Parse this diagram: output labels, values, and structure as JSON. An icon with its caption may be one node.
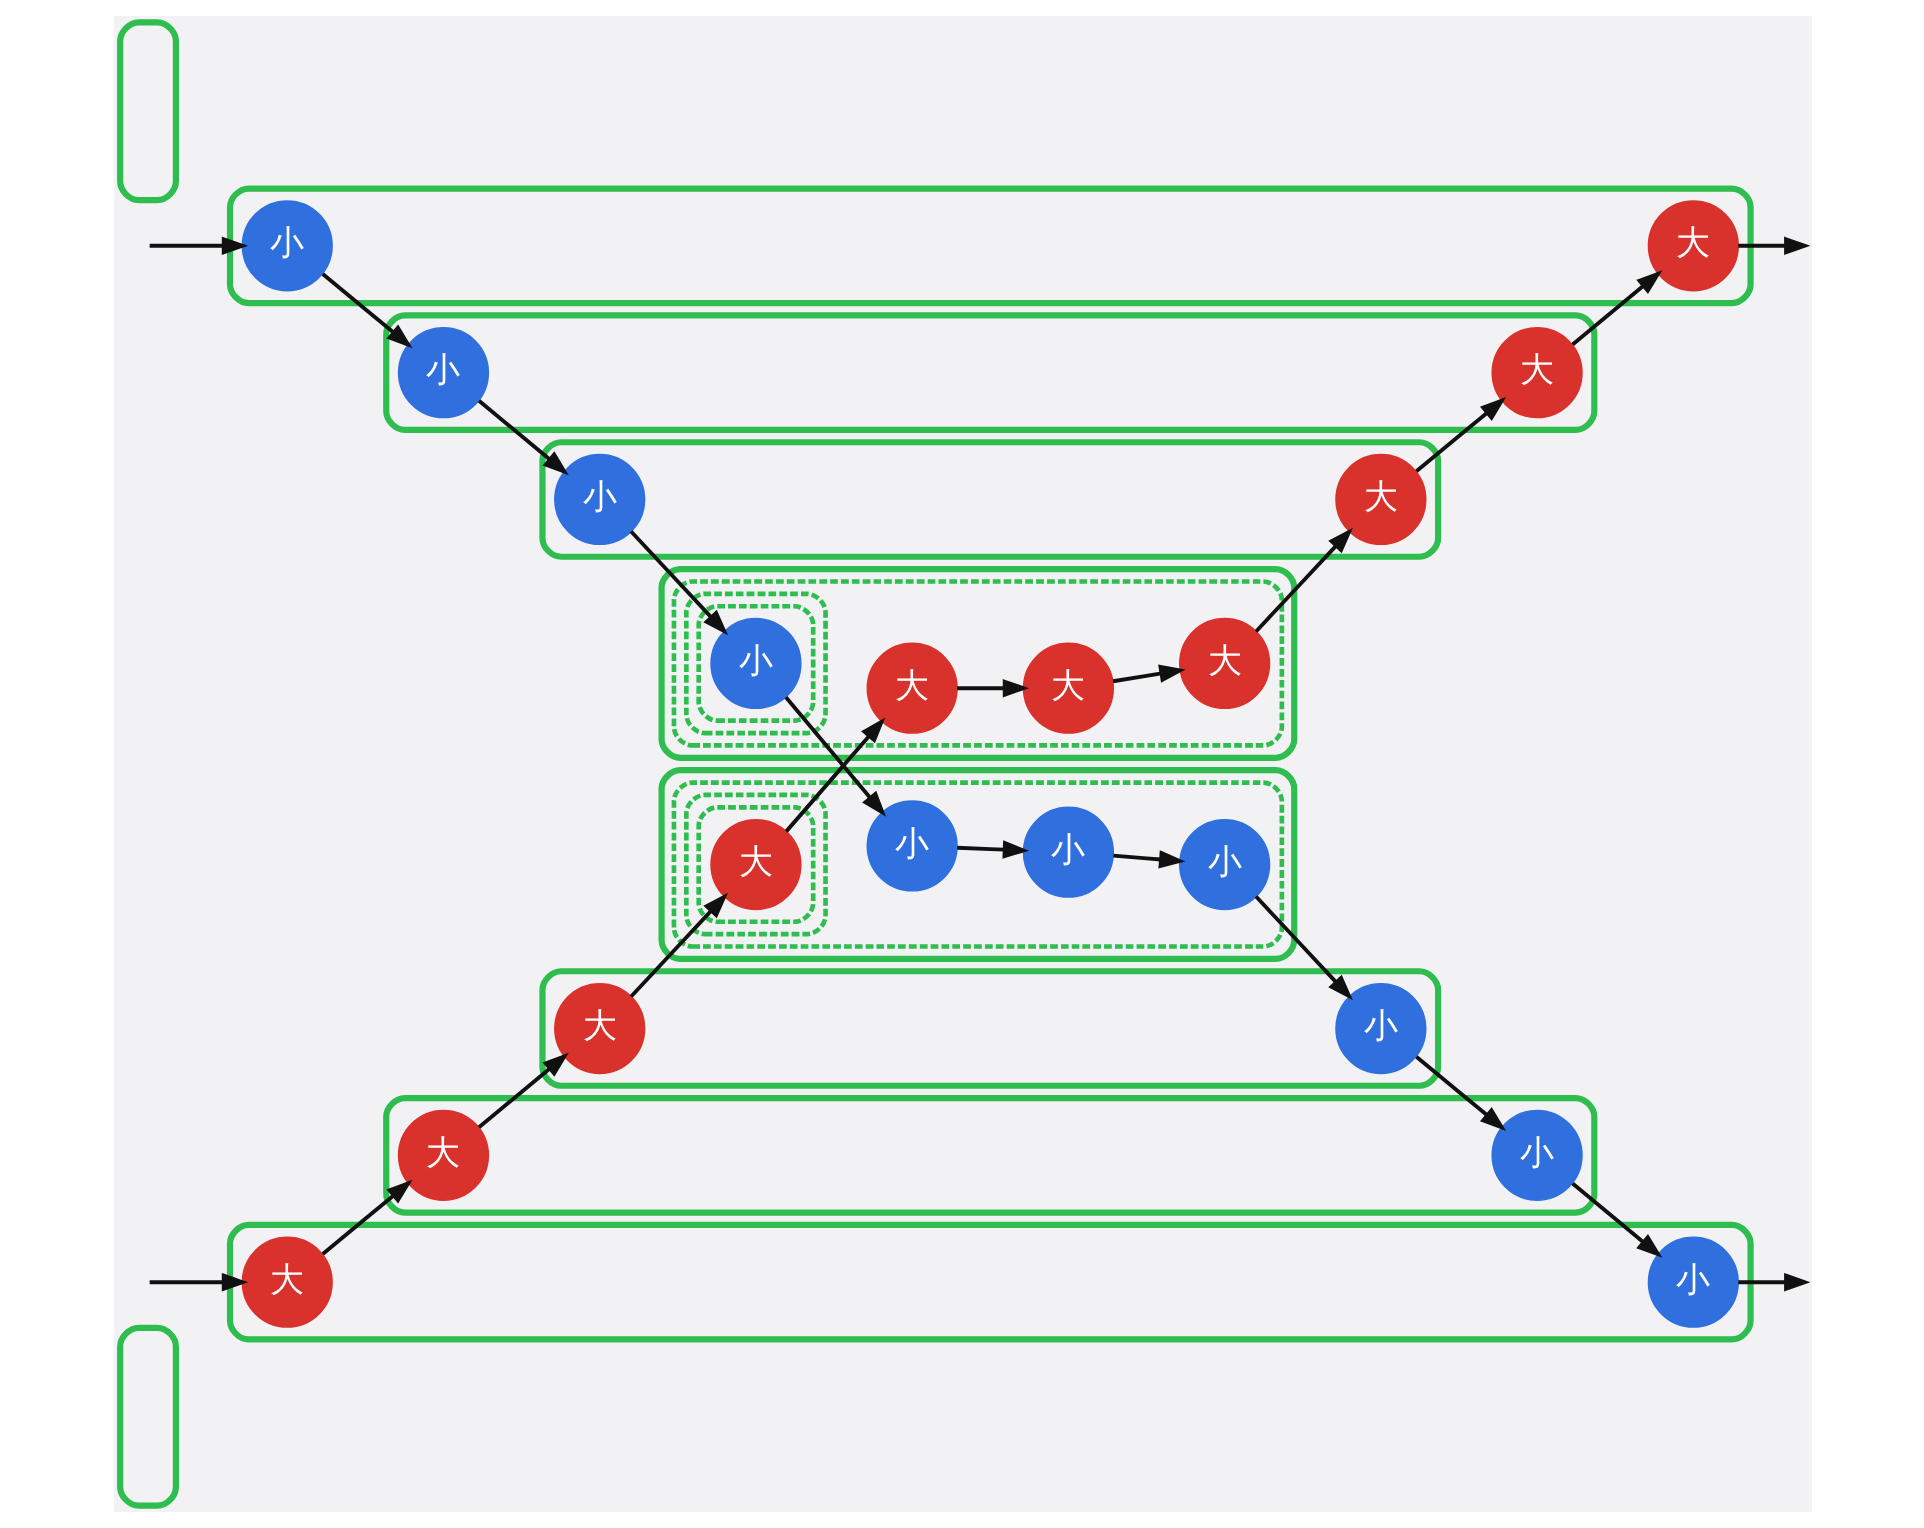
{
  "diagram": {
    "nodes": [
      {
        "text": [],
        "shape": "box"
      },
      {
        "text": [],
        "shape": "box"
      },
      {
        "text": [
          "大"
        ],
        "in": 1
      },
      {
        "text": [
          "小"
        ],
        "in": 1
      },
      {
        "text": [],
        "shape": "box"
      },
      {
        "text": [
          "大"
        ],
        "in": 4
      },
      {
        "text": [
          "小"
        ],
        "in": 4
      },
      {
        "text": [],
        "shape": "box"
      },
      {
        "text": [
          "小"
        ],
        "in": 7
      },
      {
        "text": [
          "大"
        ],
        "in": 7
      },
      {
        "text": [],
        "shape": "box"
      },
      {
        "text": [],
        "shape": "box",
        "in": 10
      },
      {
        "text": [
          "大"
        ],
        "in": 11
      },
      {
        "text": [
          "大"
        ],
        "in": 11
      },
      {
        "text": [],
        "shape": "box",
        "in": 11
      },
      {
        "text": [],
        "shape": "box",
        "in": 14
      },
      {
        "text": [
          "小"
        ],
        "in": 15
      },
      {
        "text": [
          "大"
        ],
        "in": 11
      },
      {
        "text": [],
        "shape": "box"
      },
      {
        "text": [],
        "shape": "box"
      },
      {
        "text": [
          "小"
        ],
        "in": 19
      },
      {
        "text": [
          "大"
        ],
        "in": 19
      },
      {
        "text": [],
        "shape": "box"
      },
      {
        "text": [
          "大"
        ],
        "in": 22
      },
      {
        "text": [
          "小"
        ],
        "in": 22
      },
      {
        "text": [],
        "shape": "box"
      },
      {
        "text": [
          "小"
        ],
        "in": 25
      },
      {
        "text": [
          "大"
        ],
        "in": 25
      },
      {
        "text": [],
        "shape": "box"
      },
      {
        "text": [],
        "shape": "box",
        "in": 28
      },
      {
        "text": [],
        "shape": "box",
        "in": 29
      },
      {
        "text": [],
        "shape": "box",
        "in": 30
      },
      {
        "text": [
          "大"
        ],
        "in": 31
      },
      {
        "text": [
          "小"
        ],
        "in": 29
      },
      {
        "text": [
          "小"
        ],
        "in": 29
      },
      {
        "text": [
          "小"
        ],
        "in": 29
      }
    ],
    "edges": [
      {
        "from": 2,
        "to": null,
        "arrow": "to"
      },
      {
        "from": 5,
        "to": 2,
        "arrow": "to"
      },
      {
        "from": null,
        "to": 3,
        "arrow": "to"
      },
      {
        "from": 3,
        "to": 6,
        "arrow": "to"
      },
      {
        "from": 6,
        "to": 8,
        "arrow": "to"
      },
      {
        "from": 9,
        "to": 5,
        "arrow": "to"
      },
      {
        "from": 12,
        "to": 9,
        "arrow": "to"
      },
      {
        "from": 8,
        "to": 16,
        "arrow": "to"
      },
      {
        "from": 13,
        "to": 12,
        "arrow": "to"
      },
      {
        "from": 17,
        "to": 13,
        "arrow": "to"
      },
      {
        "from": 16,
        "to": 33,
        "arrow": "to"
      },
      {
        "from": 32,
        "to": 17,
        "arrow": "to"
      },
      {
        "from": 20,
        "to": null,
        "arrow": "to"
      },
      {
        "from": null,
        "to": 21,
        "arrow": "to"
      },
      {
        "from": 21,
        "to": 23,
        "arrow": "to"
      },
      {
        "from": 24,
        "to": 20,
        "arrow": "to"
      },
      {
        "from": 23,
        "to": 27,
        "arrow": "to"
      },
      {
        "from": 26,
        "to": 24,
        "arrow": "to"
      },
      {
        "from": 27,
        "to": 32,
        "arrow": "to"
      },
      {
        "from": 34,
        "to": 26,
        "arrow": "to"
      },
      {
        "from": 33,
        "to": 35,
        "arrow": "to"
      },
      {
        "from": 35,
        "to": 34,
        "arrow": "to"
      }
    ]
  }
}
